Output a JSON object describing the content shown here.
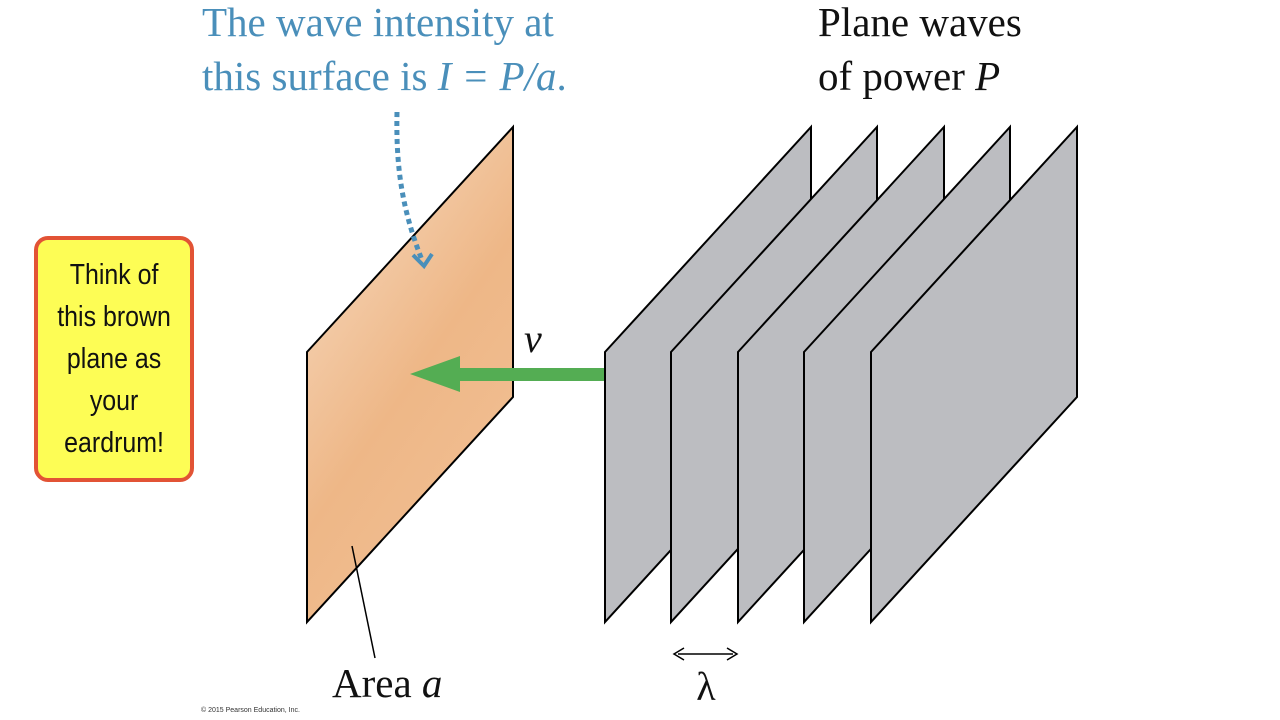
{
  "top_left_label": {
    "line1": "The wave intensity at",
    "line2_prefix": "this surface is ",
    "line2_formula": "I = P/a",
    "line2_suffix": "."
  },
  "top_right_label": {
    "line1": "Plane waves",
    "line2_prefix": "of power ",
    "line2_symbol": "P"
  },
  "velocity_label": "v",
  "area_label": {
    "prefix": "Area ",
    "symbol": "a"
  },
  "wavelength_label": "λ",
  "note": "Think of\nthis brown\nplane as\nyour\neardrum!",
  "copyright": "© 2015 Pearson Education, Inc.",
  "colors": {
    "surface_light": "#f8dfc8",
    "surface_dark": "#eeb787",
    "wave_plane": "#bcbdc1",
    "arrow": "#54ad53",
    "callout_text": "#4a8fba",
    "note_fill": "#fdfd55",
    "note_border": "#e25335"
  }
}
